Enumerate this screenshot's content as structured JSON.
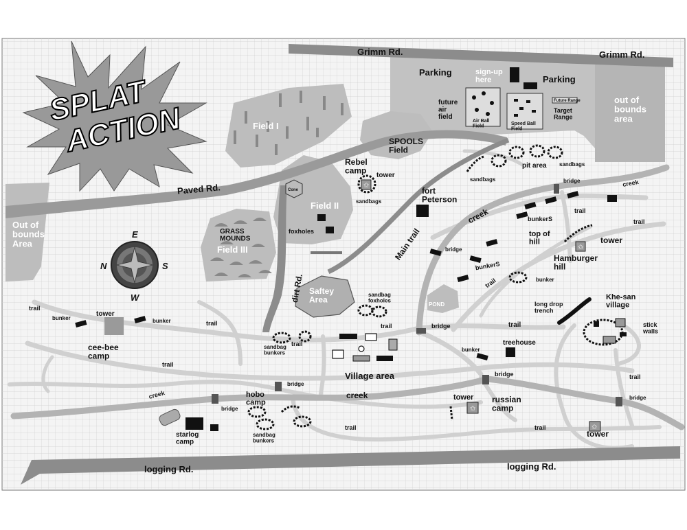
{
  "logo": {
    "line1": "SPLAT",
    "line2": "ACTION"
  },
  "compass": {
    "n": "N",
    "e": "E",
    "s": "S",
    "w": "W"
  },
  "roads": {
    "grimm_left": "Grimm Rd.",
    "grimm_right": "Grimm Rd.",
    "paved": "Paved Rd.",
    "dirt": "dirt Rd.",
    "logging_left": "logging Rd.",
    "logging_right": "logging Rd.",
    "main_trail": "Main trail"
  },
  "areas": {
    "parking_left": "Parking",
    "parking_right": "Parking",
    "signup": "sign-up here",
    "out_bounds_right": "out of bounds area",
    "out_bounds_left": "Out of bounds Area",
    "field1": "Field I",
    "field2": "Field II",
    "field3": "Field III",
    "grass_mounds": "GRASS MOUNDS",
    "spools": "SPOOLS Field",
    "future_air": "future air field",
    "air_ball": "Air Ball Field",
    "speed_ball": "Speed Ball Field",
    "target_range": "Target Range",
    "target_box": "Future Range",
    "rebel_camp": "Rebel camp",
    "fort_peterson": "fort Peterson",
    "safety_area": "Saftey Area",
    "pond": "POND",
    "village_area": "Village area",
    "cee_bee_camp": "cee-bee camp",
    "hobo_camp": "hobo camp",
    "starlog_camp": "starlog camp",
    "russian_camp": "russian camp",
    "khe_san": "Khe-san village",
    "hamburger_hill": "Hamburger hill",
    "top_of_hill": "top of hill",
    "pit_area": "pit area",
    "cone": "Cone",
    "treehouse": "treehouse",
    "long_drop": "long drop trench",
    "stick_walls": "stick walls"
  },
  "labels": {
    "tower": "tower",
    "sandbags": "sandbags",
    "foxholes": "foxholes",
    "bunker": "bunker",
    "bunkers": "bunkerS",
    "bridge": "bridge",
    "trail": "trail",
    "creek": "creek",
    "sandbag_bunkers": "sandbag bunkers",
    "sandbag_foxholes": "sandbag foxholes"
  },
  "colors": {
    "background": "#ffffff",
    "grid_fill": "#f4f4f4",
    "grid_line": "#d0d0d0",
    "area_fill": "#bfbfbf",
    "road": "#8a8a8a",
    "trail": "#d2d2d2",
    "text": "#111111",
    "label_grey": "#ffffff"
  }
}
